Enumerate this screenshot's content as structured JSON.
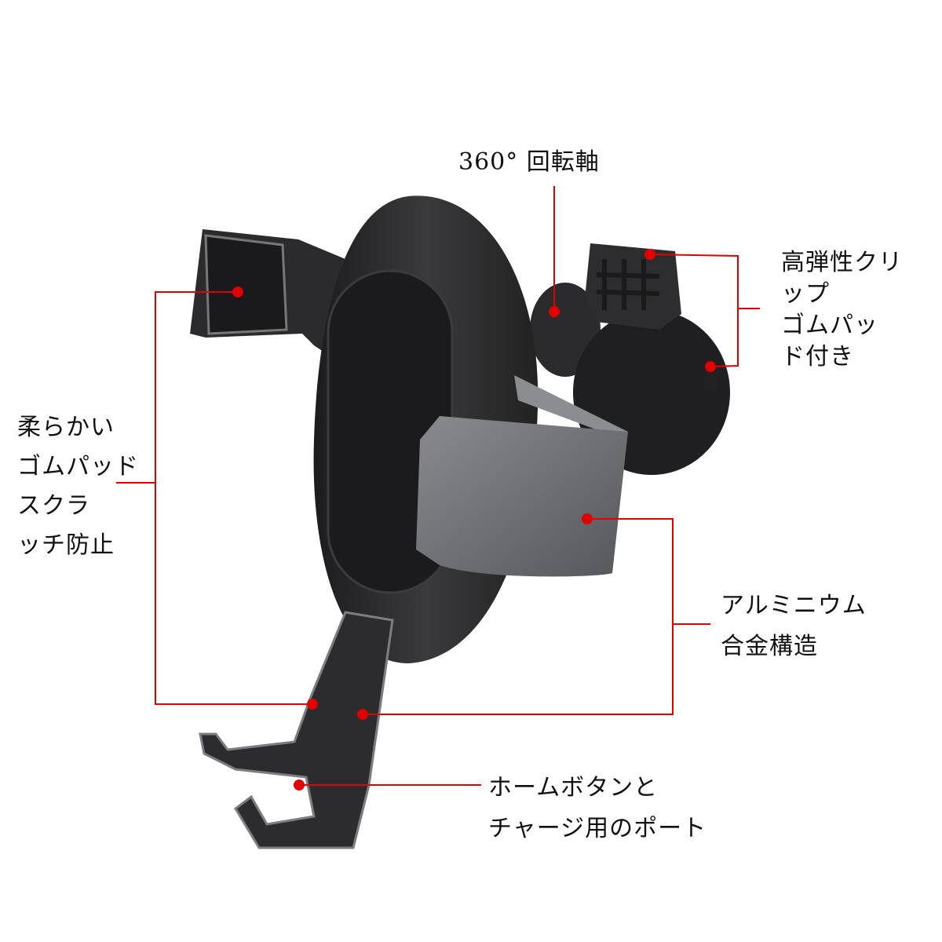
{
  "labels": {
    "rotation_axis": "360° 回転軸",
    "clip": [
      "高弾性クリ",
      "ップ",
      "ゴムパッ",
      "ド付き"
    ],
    "soft_pad": [
      "柔らかい",
      "ゴムパッド",
      "スクラ",
      "ッチ防止"
    ],
    "aluminum": [
      "アルミニウム",
      "合金構造"
    ],
    "port": [
      "ホームボタンと",
      "チャージ用のポート"
    ]
  },
  "colors": {
    "callout": "#e00000",
    "body": "#2a2a2c",
    "metal": "#6e6f73"
  }
}
